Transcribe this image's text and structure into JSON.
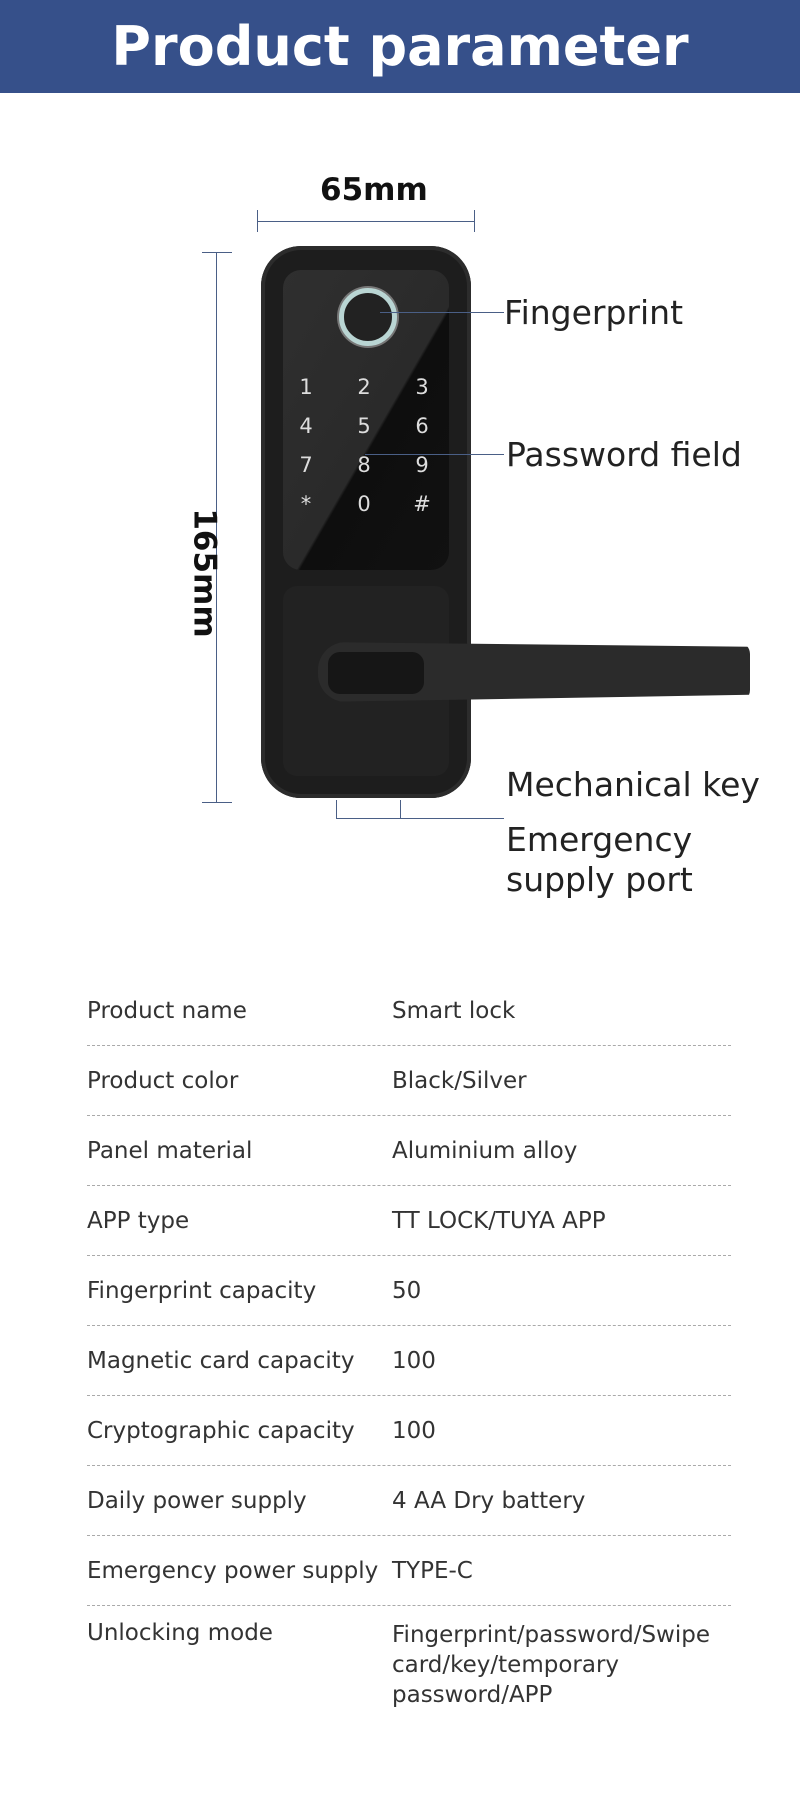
{
  "header": {
    "title": "Product parameter"
  },
  "dimensions": {
    "width": "65mm",
    "height": "165mm"
  },
  "keypad": [
    "1",
    "2",
    "3",
    "4",
    "5",
    "6",
    "7",
    "8",
    "9",
    "*",
    "0",
    "#"
  ],
  "callouts": {
    "fingerprint": "Fingerprint",
    "password": "Password field",
    "mechanical_key": "Mechanical key",
    "emergency_1": "Emergency",
    "emergency_2": "supply port"
  },
  "specs": [
    {
      "k": "Product name",
      "v": "Smart lock"
    },
    {
      "k": "Product color",
      "v": "Black/Silver"
    },
    {
      "k": "Panel material",
      "v": "Aluminium alloy"
    },
    {
      "k": "APP type",
      "v": "TT LOCK/TUYA APP"
    },
    {
      "k": "Fingerprint capacity",
      "v": "50"
    },
    {
      "k": "Magnetic card capacity",
      "v": "100"
    },
    {
      "k": "Cryptographic capacity",
      "v": "100"
    },
    {
      "k": "Daily power supply",
      "v": "4 AA Dry battery"
    },
    {
      "k": "Emergency power supply",
      "v": "TYPE-C"
    },
    {
      "k": "Unlocking mode",
      "v": "Fingerprint/password/Swipe card/key/temporary password/APP"
    }
  ]
}
